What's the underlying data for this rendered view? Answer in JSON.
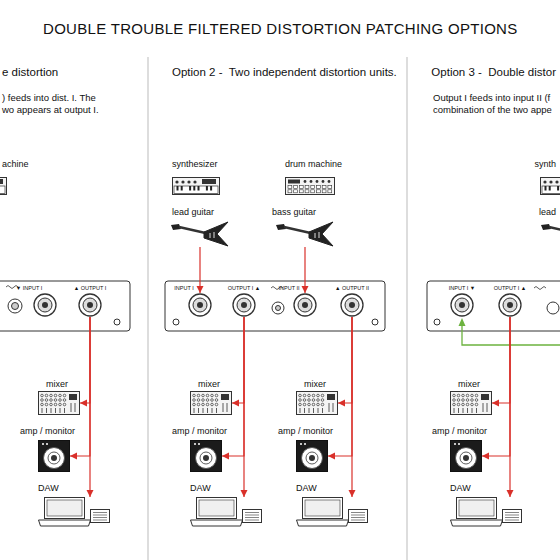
{
  "diagram": {
    "title": "DOUBLE TROUBLE FILTERED DISTORTION PATCHING OPTIONS",
    "nodes": [
      {
        "text": [
          "achine"
        ]
      },
      {
        "text": [
          "▼ INPUT I"
        ]
      },
      {
        "text": [
          "▲ OUTPUT I"
        ]
      },
      {
        "text": [
          "mixer"
        ]
      },
      {
        "text": [
          "amp / monitor"
        ]
      },
      {
        "text": [
          "DAW"
        ]
      },
      {
        "text": [
          "synthesizer"
        ]
      },
      {
        "text": [
          "drum machine"
        ]
      },
      {
        "text": [
          "lead guitar"
        ]
      },
      {
        "text": [
          "bass guitar"
        ]
      },
      {
        "text": [
          "INPUT I"
        ]
      },
      {
        "text": [
          "OUTPUT I ▲"
        ]
      },
      {
        "text": [
          "INPUT II"
        ]
      },
      {
        "text": [
          "▲ OUTPUT II"
        ]
      },
      {
        "text": [
          "mixer"
        ]
      },
      {
        "text": [
          "amp / monitor"
        ]
      },
      {
        "text": [
          "DAW"
        ]
      },
      {
        "text": [
          "mixer"
        ]
      },
      {
        "text": [
          "amp / monitor"
        ]
      },
      {
        "text": [
          "DAW"
        ]
      },
      {
        "text": [
          "synth"
        ]
      },
      {
        "text": [
          "lead"
        ]
      },
      {
        "text": [
          "INPUT I ▼"
        ]
      },
      {
        "text": [
          "OUTPUT I ▲"
        ]
      },
      {
        "text": [
          "mixer"
        ]
      },
      {
        "text": [
          "amp / monitor"
        ]
      },
      {
        "text": [
          "DAW"
        ]
      }
    ],
    "edges": [
      {
        "from": 2,
        "to": 3,
        "arrow": "to"
      },
      {
        "from": 2,
        "to": 4,
        "arrow": "to"
      },
      {
        "from": 2,
        "to": 5,
        "arrow": "to"
      },
      {
        "from": 8,
        "to": 10,
        "arrow": "to"
      },
      {
        "from": 9,
        "to": 12,
        "arrow": "to"
      },
      {
        "from": 11,
        "to": 14,
        "arrow": "to"
      },
      {
        "from": 11,
        "to": 15,
        "arrow": "to"
      },
      {
        "from": 11,
        "to": 16,
        "arrow": "to"
      },
      {
        "from": 13,
        "to": 17,
        "arrow": "to"
      },
      {
        "from": 13,
        "to": 18,
        "arrow": "to"
      },
      {
        "from": 13,
        "to": 19,
        "arrow": "to"
      },
      {
        "from": 23,
        "to": 24,
        "arrow": "to"
      },
      {
        "from": 23,
        "to": 25,
        "arrow": "to"
      },
      {
        "from": 23,
        "to": 26,
        "arrow": "to"
      }
    ],
    "labels": [
      "e distortion",
      ") feeds into dist. I. The",
      "wo appears at output I.",
      "Option 2 -  Two independent distortion units.",
      "Option 3 -  Double distor",
      "Output I feeds into input II (f",
      "combination of the two appe"
    ]
  }
}
